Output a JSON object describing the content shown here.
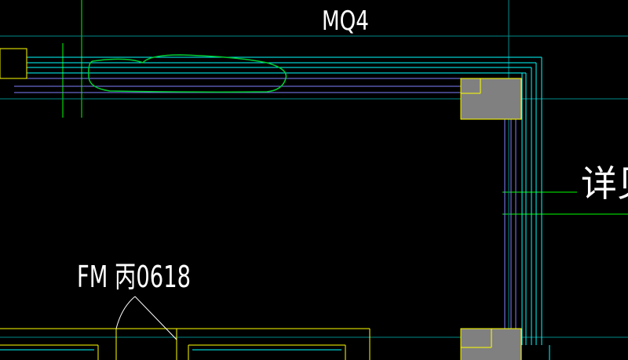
{
  "drawing": {
    "labels": {
      "wall_tag": "MQ4",
      "door_tag": "FM 丙0618",
      "detail_note": "详见"
    }
  },
  "colors": {
    "background": "#000000",
    "wall_line": "#00ffff",
    "blue_line": "#8080ff",
    "column_outline": "#ffff00",
    "column_fill": "#808080",
    "axis_line": "#00ff00",
    "cloud_markup": "#00cc33",
    "text": "#ffffff"
  }
}
